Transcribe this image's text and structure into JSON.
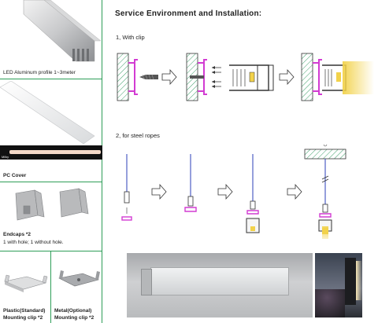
{
  "left_panel": {
    "profile_caption": "LED Aluminum profile 1~3meter",
    "cover_swatch_label": "Milky",
    "cover_caption": "PC Cover",
    "endcaps_title": "Endcaps *2",
    "endcaps_desc": "1 with hole; 1 without hole.",
    "clip_plastic_line1": "Plastic(Standard)",
    "clip_plastic_line2": "Mounting clip *2",
    "clip_metal_line1": "Metal(Optional)",
    "clip_metal_line2": "Mounting clip *2"
  },
  "main": {
    "title": "Service Environment and Installation:",
    "step1_label": "1, With clip",
    "step2_label": "2, for steel ropes"
  },
  "colors": {
    "border_green": "#2e9e58",
    "clip_magenta": "#d23cd2",
    "wall_green": "#3f9f6a",
    "rope_blue": "#2b3fb8",
    "led_yellow": "#f2d24a"
  }
}
